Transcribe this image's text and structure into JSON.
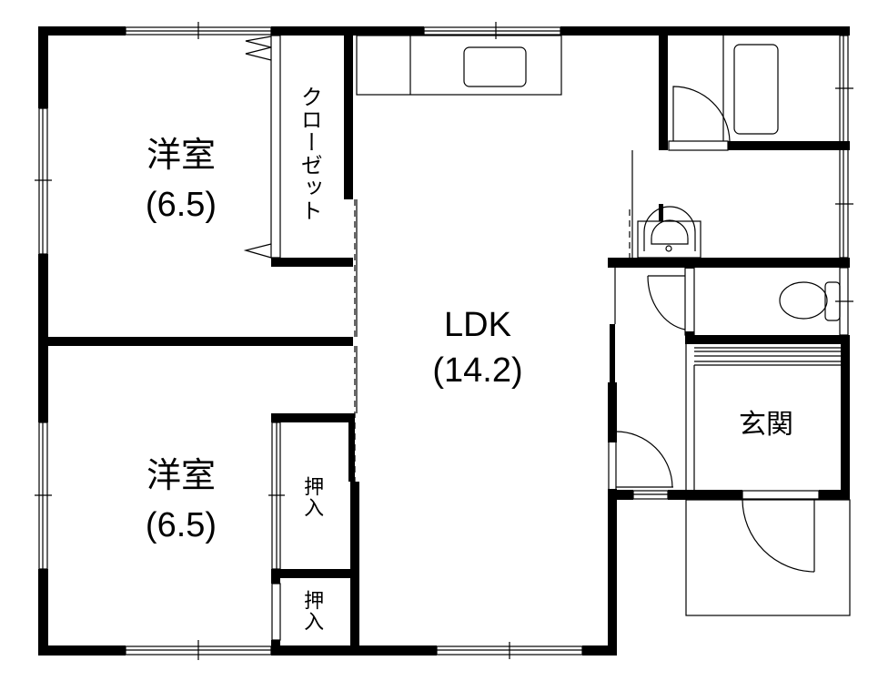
{
  "floor_plan": {
    "rooms": [
      {
        "id": "western-room-1",
        "name": "洋室",
        "size": "(6.5)"
      },
      {
        "id": "closet",
        "name": "クローゼット"
      },
      {
        "id": "ldk",
        "name": "LDK",
        "size": "(14.2)"
      },
      {
        "id": "western-room-2",
        "name": "洋室",
        "size": "(6.5)"
      },
      {
        "id": "storage-1",
        "name": "押入"
      },
      {
        "id": "storage-2",
        "name": "押入"
      },
      {
        "id": "entrance",
        "name": "玄関"
      }
    ],
    "fixtures": [
      "kitchen-sink",
      "bathtub",
      "washbasin",
      "toilet"
    ],
    "colors": {
      "wall": "#000000",
      "background": "#ffffff"
    }
  }
}
